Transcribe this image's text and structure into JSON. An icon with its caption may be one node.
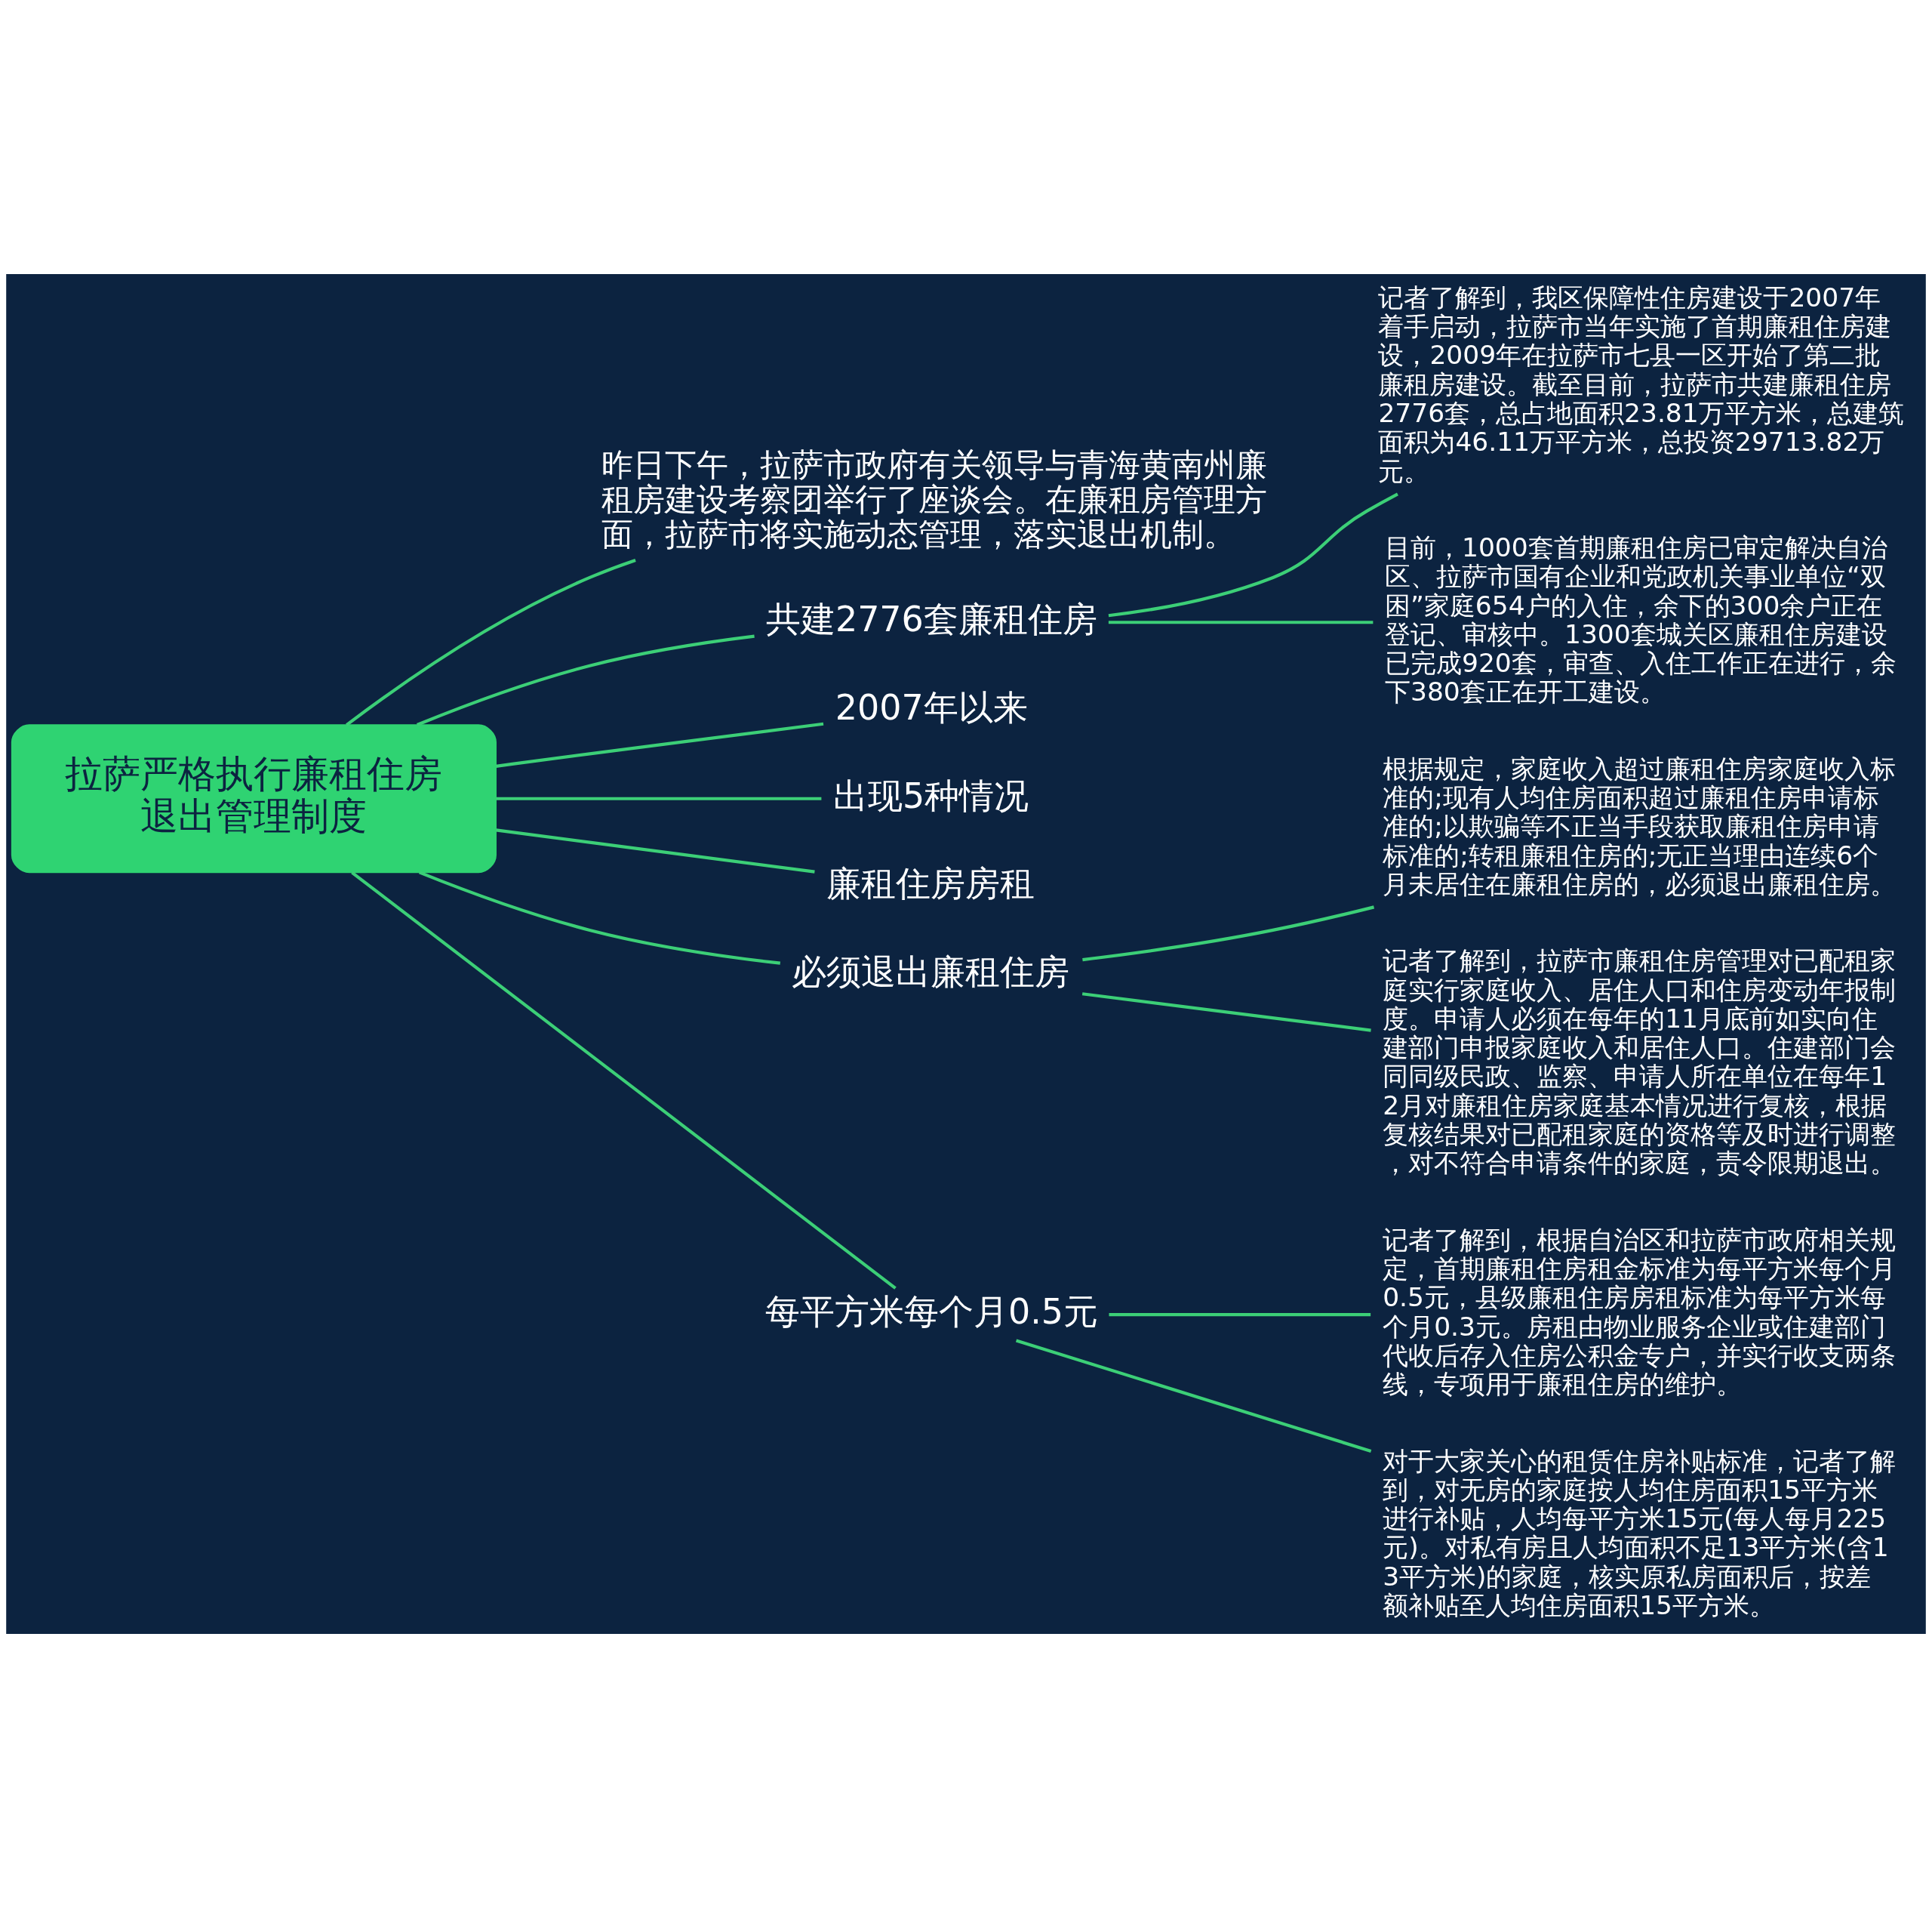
{
  "diagram": {
    "nodes": [
      {
        "text": [
          "拉萨严格执行廉租住房退出管理制度"
        ]
      },
      {
        "text": [
          "昨日下午，拉萨市政府有关领导与青海黄南州廉租房建设考察团举行了座谈会。在廉租房管理方面，拉萨市将实施动态管理，落实退出机制。"
        ]
      },
      {
        "text": [
          "共建2776套廉租住房"
        ]
      },
      {
        "text": [
          "记者了解到，我区保障性住房建设于2007年着手启动，拉萨市当年实施了首期廉租住房建设，2009年在拉萨市七县一区开始了第二批廉租房建设。截至目前，拉萨市共建廉租住房2776套，总占地面积23.81万平方米，总建筑面积为46.11万平方米，总投资29713.82万元。"
        ]
      },
      {
        "text": [
          "目前，1000套首期廉租住房已审定解决自治区、拉萨市国有企业和党政机关事业单位“双困”家庭654户的入住，余下的300余户正在登记、审核中。1300套城关区廉租住房建设已完成920套，审查、入住工作正在进行，余下380套正在开工建设。"
        ]
      },
      {
        "text": [
          "2007年以来"
        ]
      },
      {
        "text": [
          "出现5种情况"
        ]
      },
      {
        "text": [
          "廉租住房房租"
        ]
      },
      {
        "text": [
          "必须退出廉租住房"
        ]
      },
      {
        "text": [
          "根据规定，家庭收入超过廉租住房家庭收入标准的;现有人均住房面积超过廉租住房申请标准的;以欺骗等不正当手段获取廉租住房申请标准的;转租廉租住房的;无正当理由连续6个月未居住在廉租住房的，必须退出廉租住房。"
        ]
      },
      {
        "text": [
          "记者了解到，拉萨市廉租住房管理对已配租家庭实行家庭收入、居住人口和住房变动年报制度。申请人必须在每年的11月底前如实向住建部门申报家庭收入和居住人口。住建部门会同同级民政、监察、申请人所在单位在每年12月对廉租住房家庭基本情况进行复核，根据复核结果对已配租家庭的资格等及时进行调整，对不符合申请条件的家庭，责令限期退出。"
        ]
      },
      {
        "text": [
          "每平方米每个月0.5元"
        ]
      },
      {
        "text": [
          "记者了解到，根据自治区和拉萨市政府相关规定，首期廉租住房租金标准为每平方米每个月0.5元，县级廉租住房房租标准为每平方米每个月0.3元。房租由物业服务企业或住建部门代收后存入住房公积金专户，并实行收支两条线，专项用于廉租住房的维护。"
        ]
      },
      {
        "text": [
          "对于大家关心的租赁住房补贴标准，记者了解到，对无房的家庭按人均住房面积15平方米进行补贴，人均每平方米15元(每人每月225元)。对私有房且人均面积不足13平方米(含13平方米)的家庭，核实原私房面积后，按差额补贴至人均住房面积15平方米。"
        ]
      }
    ],
    "edges": [
      {
        "from": 0,
        "to": 1,
        "arrow": "none"
      },
      {
        "from": 0,
        "to": 2,
        "arrow": "none"
      },
      {
        "from": 2,
        "to": 3,
        "arrow": "none"
      },
      {
        "from": 2,
        "to": 4,
        "arrow": "none"
      },
      {
        "from": 0,
        "to": 5,
        "arrow": "none"
      },
      {
        "from": 0,
        "to": 6,
        "arrow": "none"
      },
      {
        "from": 0,
        "to": 7,
        "arrow": "none"
      },
      {
        "from": 0,
        "to": 8,
        "arrow": "none"
      },
      {
        "from": 8,
        "to": 9,
        "arrow": "none"
      },
      {
        "from": 8,
        "to": 10,
        "arrow": "none"
      },
      {
        "from": 0,
        "to": 11,
        "arrow": "none"
      },
      {
        "from": 11,
        "to": 12,
        "arrow": "none"
      },
      {
        "from": 11,
        "to": 13,
        "arrow": "none"
      }
    ]
  }
}
